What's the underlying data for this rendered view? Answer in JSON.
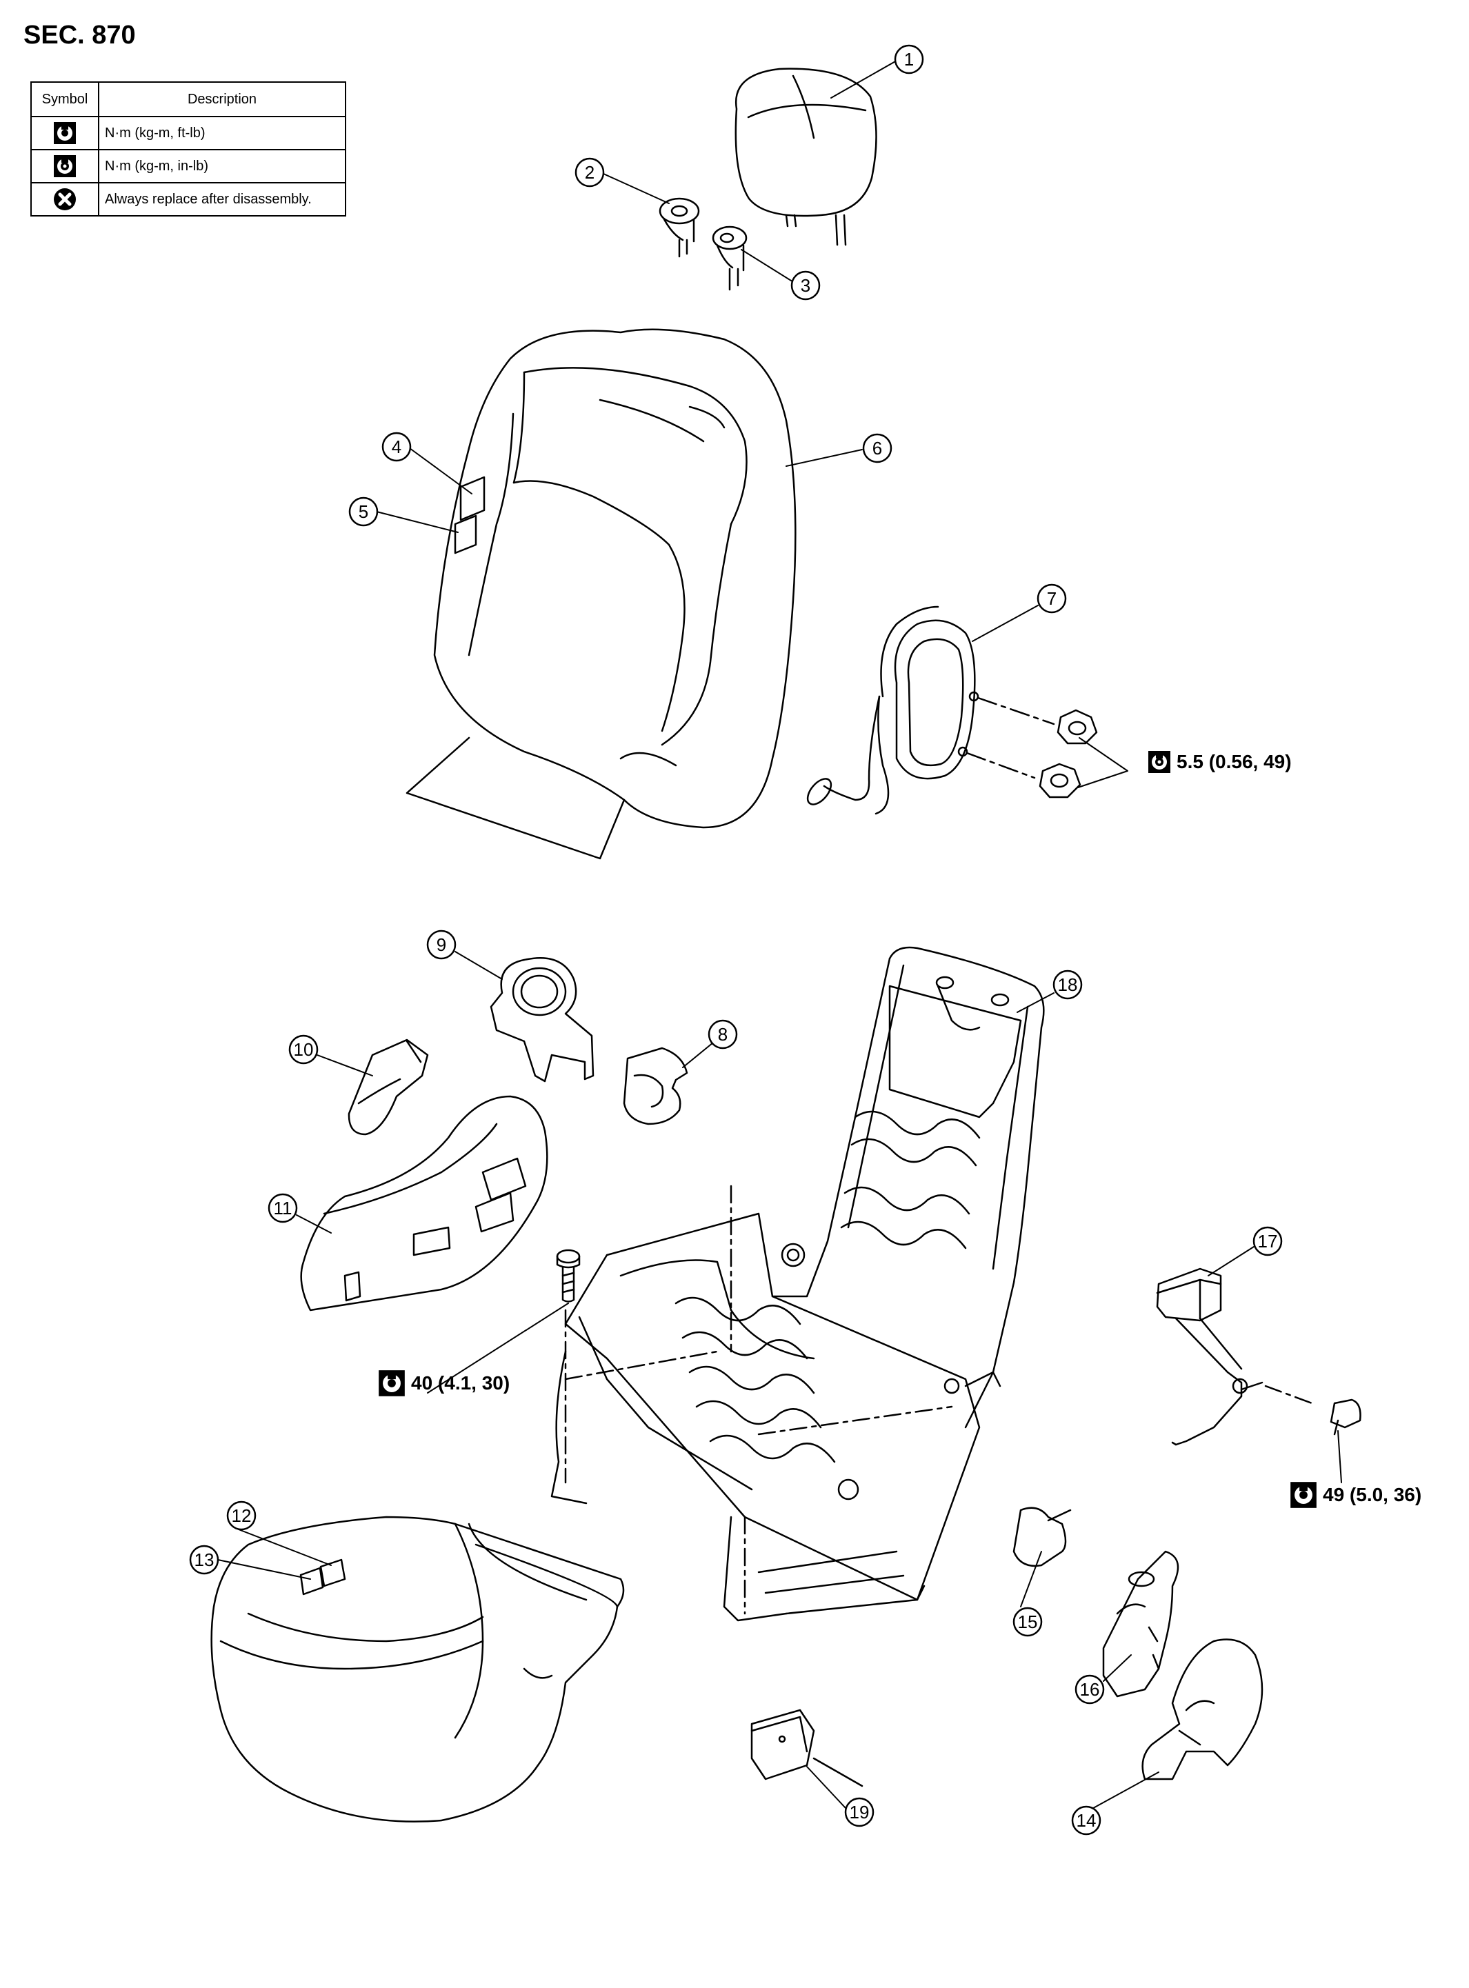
{
  "section_title": "SEC. 870",
  "legend": {
    "header": {
      "symbol": "Symbol",
      "description": "Description"
    },
    "rows": [
      {
        "icon": "torque-wrench-icon",
        "description": "N·m (kg-m, ft-lb)"
      },
      {
        "icon": "torque-wrench-small-icon",
        "description": "N·m (kg-m, in-lb)"
      },
      {
        "icon": "always-replace-icon",
        "description": "Always replace after disassembly."
      }
    ]
  },
  "callouts": [
    "1",
    "2",
    "3",
    "4",
    "5",
    "6",
    "7",
    "8",
    "9",
    "10",
    "11",
    "12",
    "13",
    "14",
    "15",
    "16",
    "17",
    "18",
    "19"
  ],
  "torque_specs": {
    "lumbar_nut": "5.5 (0.56, 49)",
    "frame_bolt": "40 (4.1, 30)",
    "buckle_bolt": "49 (5.0, 36)"
  },
  "colors": {
    "line": "#000000",
    "background": "#ffffff"
  }
}
